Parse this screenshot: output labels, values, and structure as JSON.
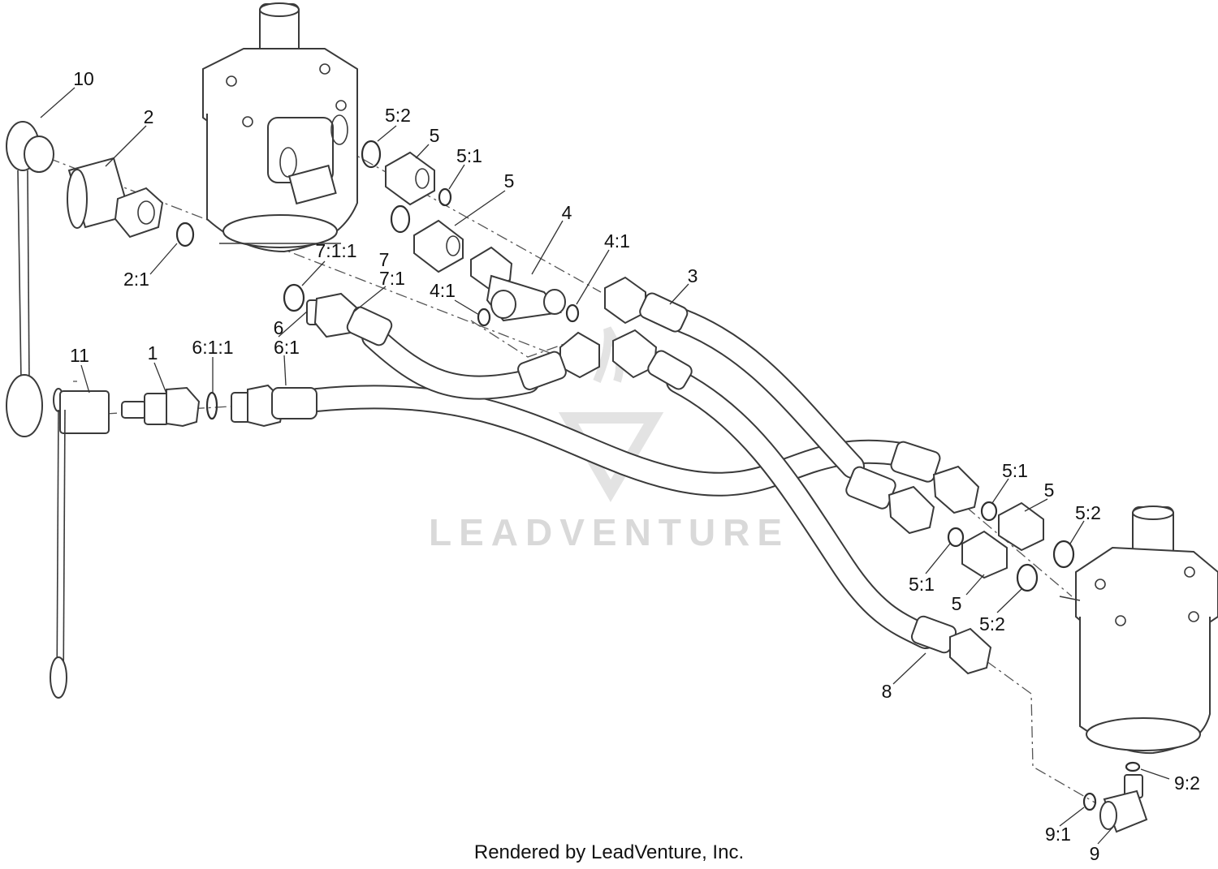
{
  "watermark": {
    "text": "LEADVENTURE"
  },
  "footer": {
    "text": "Rendered by LeadVenture, Inc."
  },
  "callouts": {
    "c10": "10",
    "c2": "2",
    "c2_1": "2:1",
    "c5_2_top": "5:2",
    "c5_a": "5",
    "c5_1_top": "5:1",
    "c5_b": "5",
    "c4": "4",
    "c4_1_right": "4:1",
    "c4_1_left": "4:1",
    "c7_1_1": "7:1:1",
    "c7": "7",
    "c7_1": "7:1",
    "c3": "3",
    "c6": "6",
    "c6_1": "6:1",
    "c6_1_1": "6:1:1",
    "c1": "1",
    "c11": "11",
    "c5_1_right": "5:1",
    "c5_c": "5",
    "c5_2_right": "5:2",
    "c5_1_low": "5:1",
    "c5_d": "5",
    "c5_2_low": "5:2",
    "c8": "8",
    "c9_2": "9:2",
    "c9_1": "9:1",
    "c9": "9"
  }
}
